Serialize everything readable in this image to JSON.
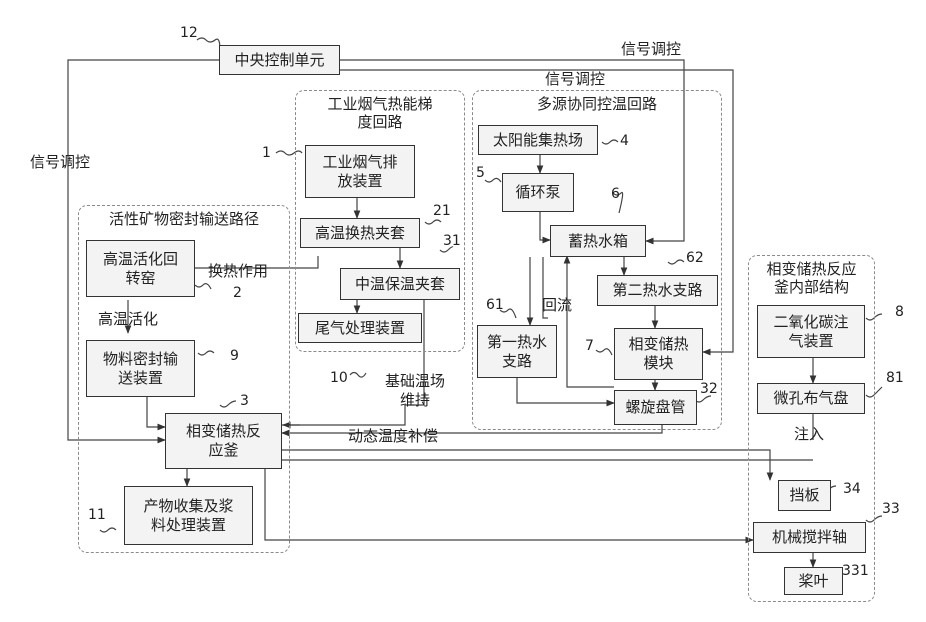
{
  "groups": {
    "flue": "工业烟气热能梯\n度回路",
    "multi": "多源协同控温回路",
    "mineral": "活性矿物密封输送路径",
    "reactor_inner": "相变储热反应\n釜内部结构"
  },
  "blocks": {
    "central": "中央控制单元",
    "flue_emit": "工业烟气排\n放装置",
    "high_jacket": "高温换热夹套",
    "mid_jacket": "中温保温夹套",
    "tail_gas": "尾气处理装置",
    "solar": "太阳能集热场",
    "pump": "循环泵",
    "tank": "蓄热水箱",
    "branch2": "第二热水支路",
    "branch1": "第一热水\n支路",
    "pcm_module": "相变储热\n模块",
    "spiral": "螺旋盘管",
    "kiln": "高温活化回\n转窑",
    "seal_conveyor": "物料密封输\n送装置",
    "reactor": "相变储热反\n应釜",
    "product": "产物收集及浆\n料处理装置",
    "co2": "二氧化碳注\n气装置",
    "micropore": "微孔布气盘",
    "baffle": "挡板",
    "shaft": "机械搅拌轴",
    "blade": "桨叶"
  },
  "labels": {
    "signal_top1": "信号调控",
    "signal_top2": "信号调控",
    "signal_left": "信号调控",
    "heat_exchange": "换热作用",
    "high_activation": "高温活化",
    "return_flow": "回流",
    "base_temp": "基础温场\n维持",
    "dynamic_comp": "动态温度补偿",
    "inject": "注入"
  },
  "numbers": {
    "n12": "12",
    "n1": "1",
    "n21": "21",
    "n31": "31",
    "n10": "10",
    "n4": "4",
    "n5": "5",
    "n6": "6",
    "n62": "62",
    "n61": "61",
    "n7": "7",
    "n32": "32",
    "n2": "2",
    "n9": "9",
    "n3": "3",
    "n11": "11",
    "n8": "8",
    "n81": "81",
    "n34": "34",
    "n33": "33",
    "n331": "331"
  }
}
